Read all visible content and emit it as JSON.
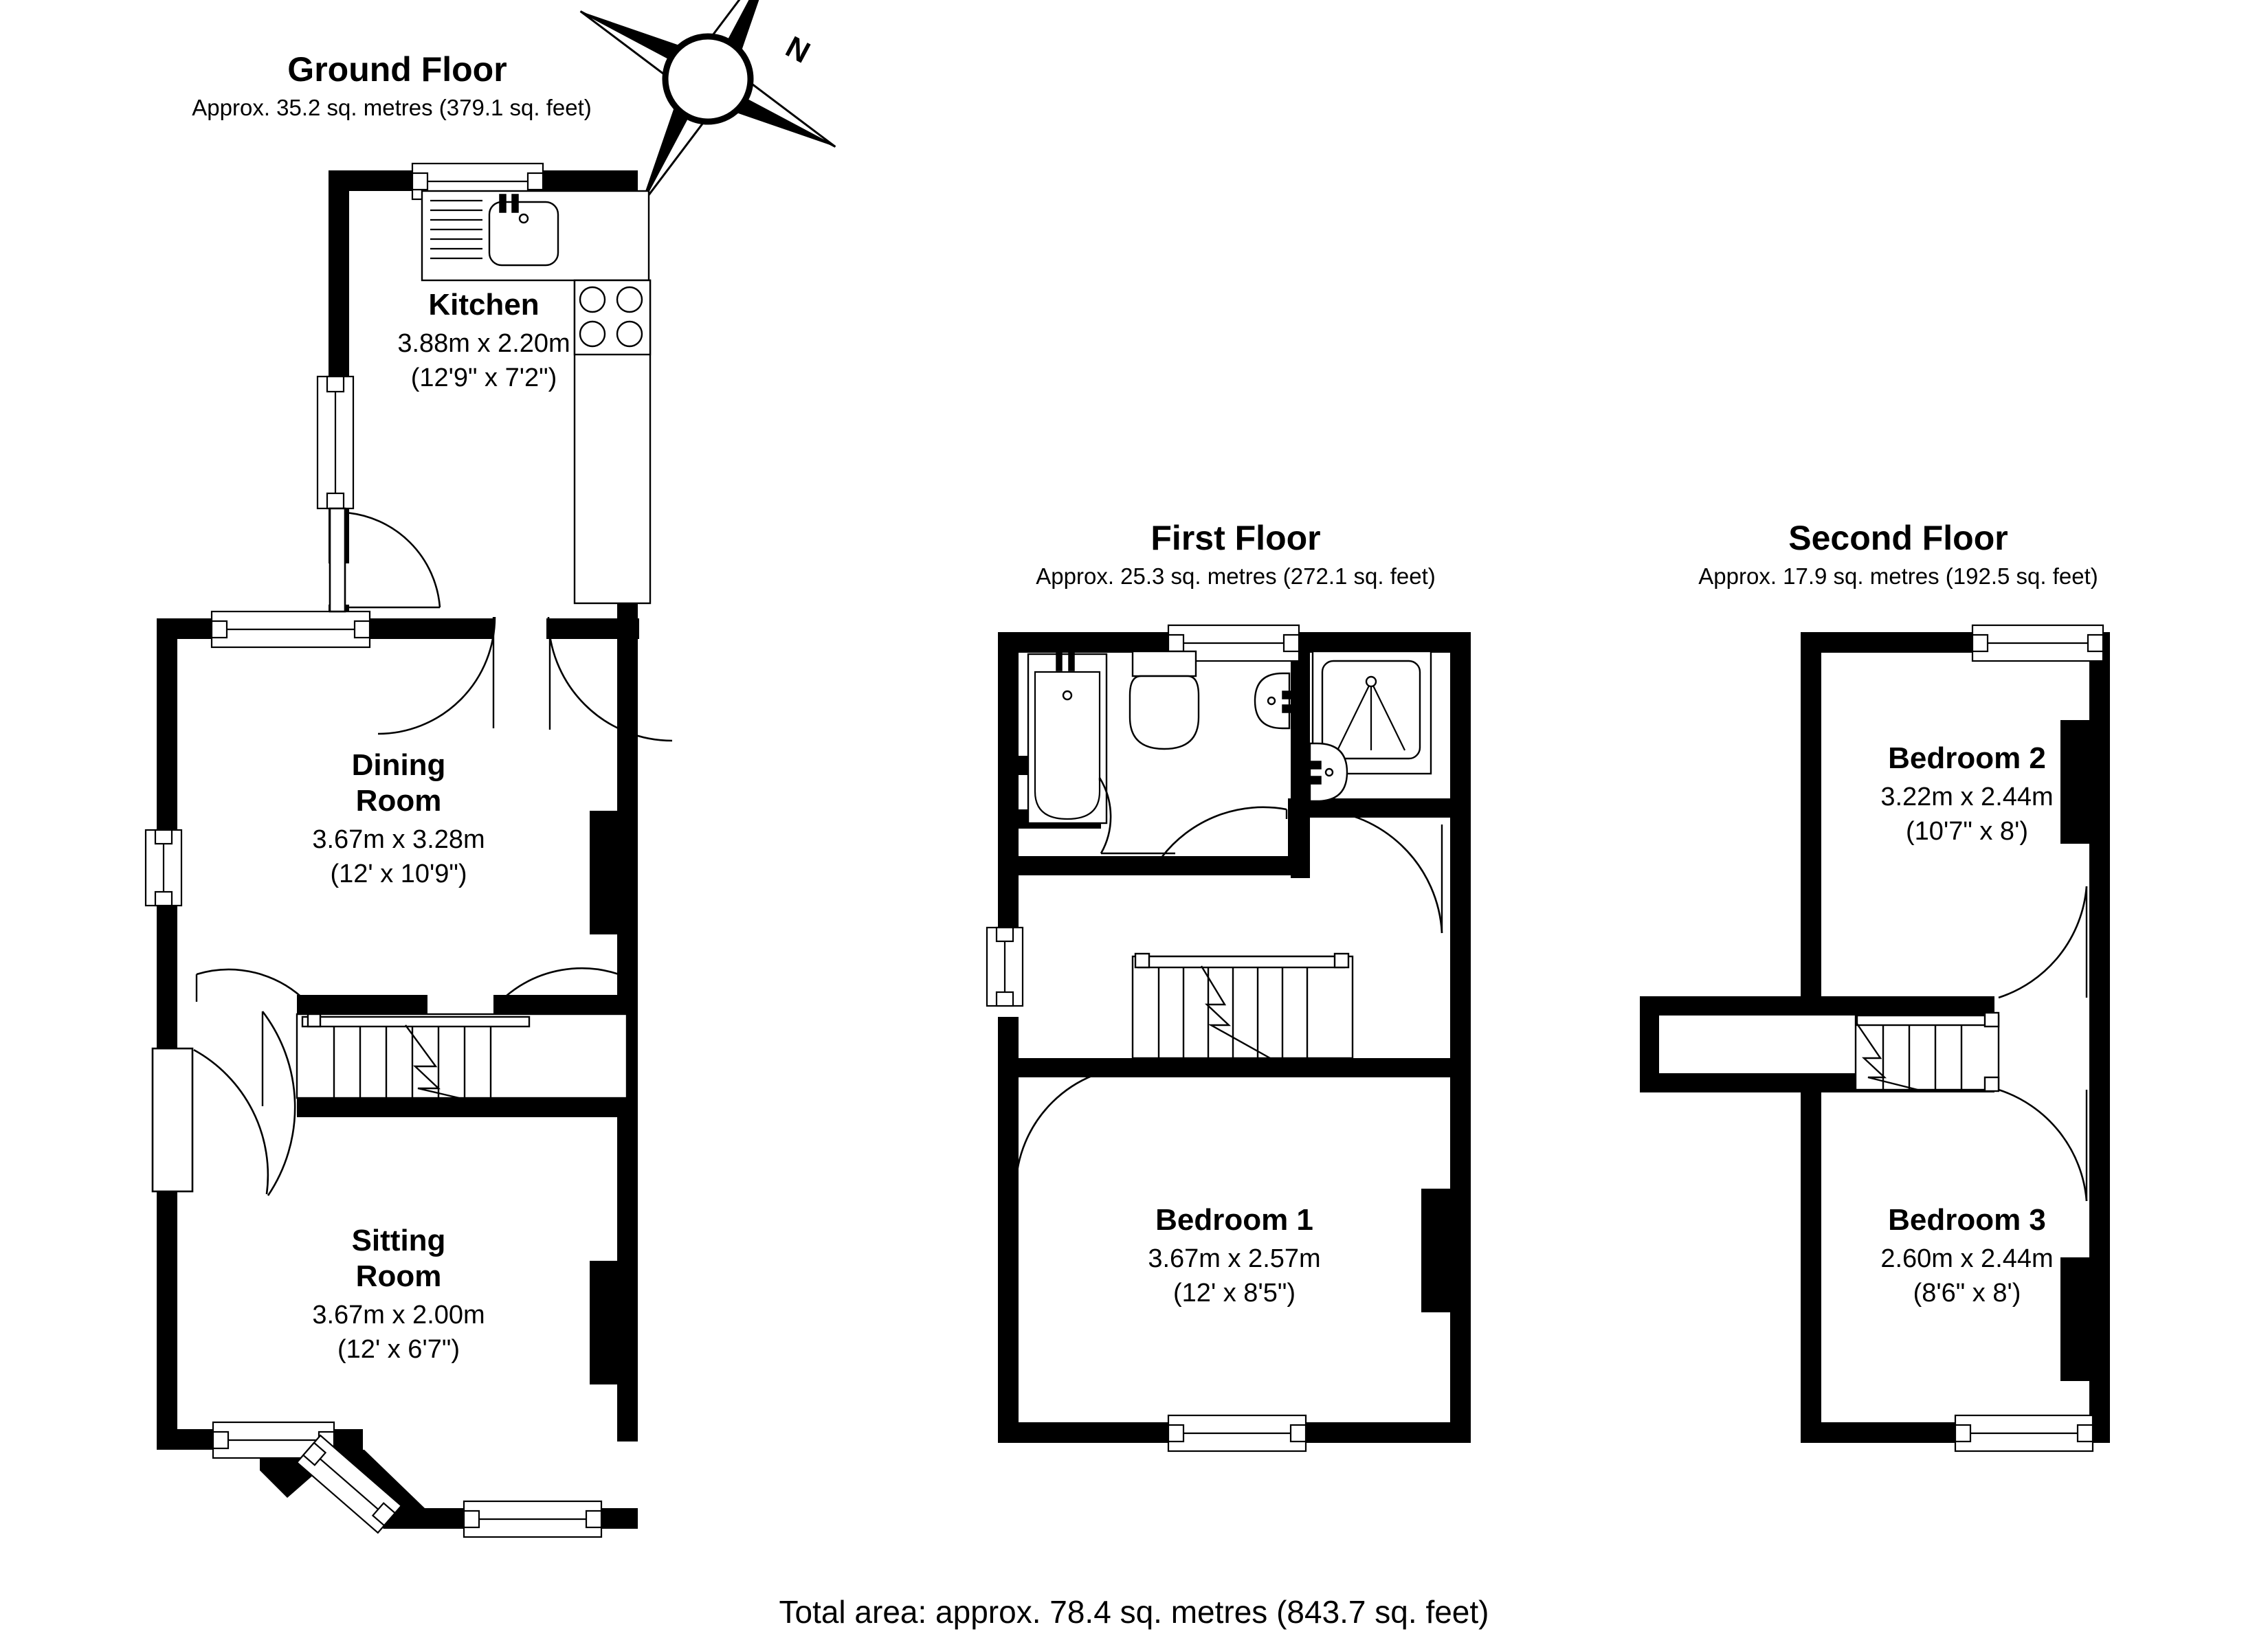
{
  "document": {
    "type": "floor-plan",
    "total_area_label": "Total area: approx. 78.4 sq. metres (843.7 sq. feet)"
  },
  "compass": {
    "north_label": "N",
    "icon": "compass-rose-icon",
    "rotation_deg": 28
  },
  "floors": [
    {
      "id": "ground",
      "title": "Ground Floor",
      "area_label": "Approx. 35.2 sq. metres (379.1 sq. feet)",
      "area_sqm": 35.2,
      "area_sqft": 379.1,
      "rooms": [
        {
          "id": "kitchen",
          "name": "Kitchen",
          "dim_metric": "3.88m x 2.20m",
          "dim_imperial": "(12'9\" x 7'2\")",
          "fixtures": [
            "sink-icon",
            "draining-board-icon",
            "hob-icon",
            "worktop-icon"
          ]
        },
        {
          "id": "dining-room",
          "name": "Dining\nRoom",
          "name_line1": "Dining",
          "name_line2": "Room",
          "dim_metric": "3.67m x 3.28m",
          "dim_imperial": "(12' x 10'9\")",
          "fixtures": []
        },
        {
          "id": "sitting-room",
          "name": "Sitting\nRoom",
          "name_line1": "Sitting",
          "name_line2": "Room",
          "dim_metric": "3.67m x 2.00m",
          "dim_imperial": "(12' x 6'7\")",
          "fixtures": [
            "bay-window-icon",
            "staircase-icon",
            "front-door-icon"
          ]
        }
      ]
    },
    {
      "id": "first",
      "title": "First Floor",
      "area_label": "Approx. 25.3 sq. metres (272.1 sq. feet)",
      "area_sqm": 25.3,
      "area_sqft": 272.1,
      "rooms": [
        {
          "id": "bathroom",
          "name": "",
          "dim_metric": "",
          "dim_imperial": "",
          "fixtures": [
            "bathtub-icon",
            "toilet-icon",
            "washbasin-icon",
            "shower-tray-icon"
          ]
        },
        {
          "id": "bedroom-1",
          "name": "Bedroom 1",
          "dim_metric": "3.67m x 2.57m",
          "dim_imperial": "(12' x 8'5\")",
          "fixtures": [
            "staircase-icon"
          ]
        }
      ]
    },
    {
      "id": "second",
      "title": "Second Floor",
      "area_label": "Approx. 17.9 sq. metres (192.5 sq. feet)",
      "area_sqm": 17.9,
      "area_sqft": 192.5,
      "rooms": [
        {
          "id": "bedroom-2",
          "name": "Bedroom 2",
          "dim_metric": "3.22m x 2.44m",
          "dim_imperial": "(10'7\" x 8')",
          "fixtures": []
        },
        {
          "id": "bedroom-3",
          "name": "Bedroom 3",
          "dim_metric": "2.60m x 2.44m",
          "dim_imperial": "(8'6\" x 8')",
          "fixtures": [
            "staircase-icon"
          ]
        }
      ]
    }
  ],
  "colors": {
    "wall": "#000000",
    "background": "#ffffff",
    "line": "#000000"
  }
}
